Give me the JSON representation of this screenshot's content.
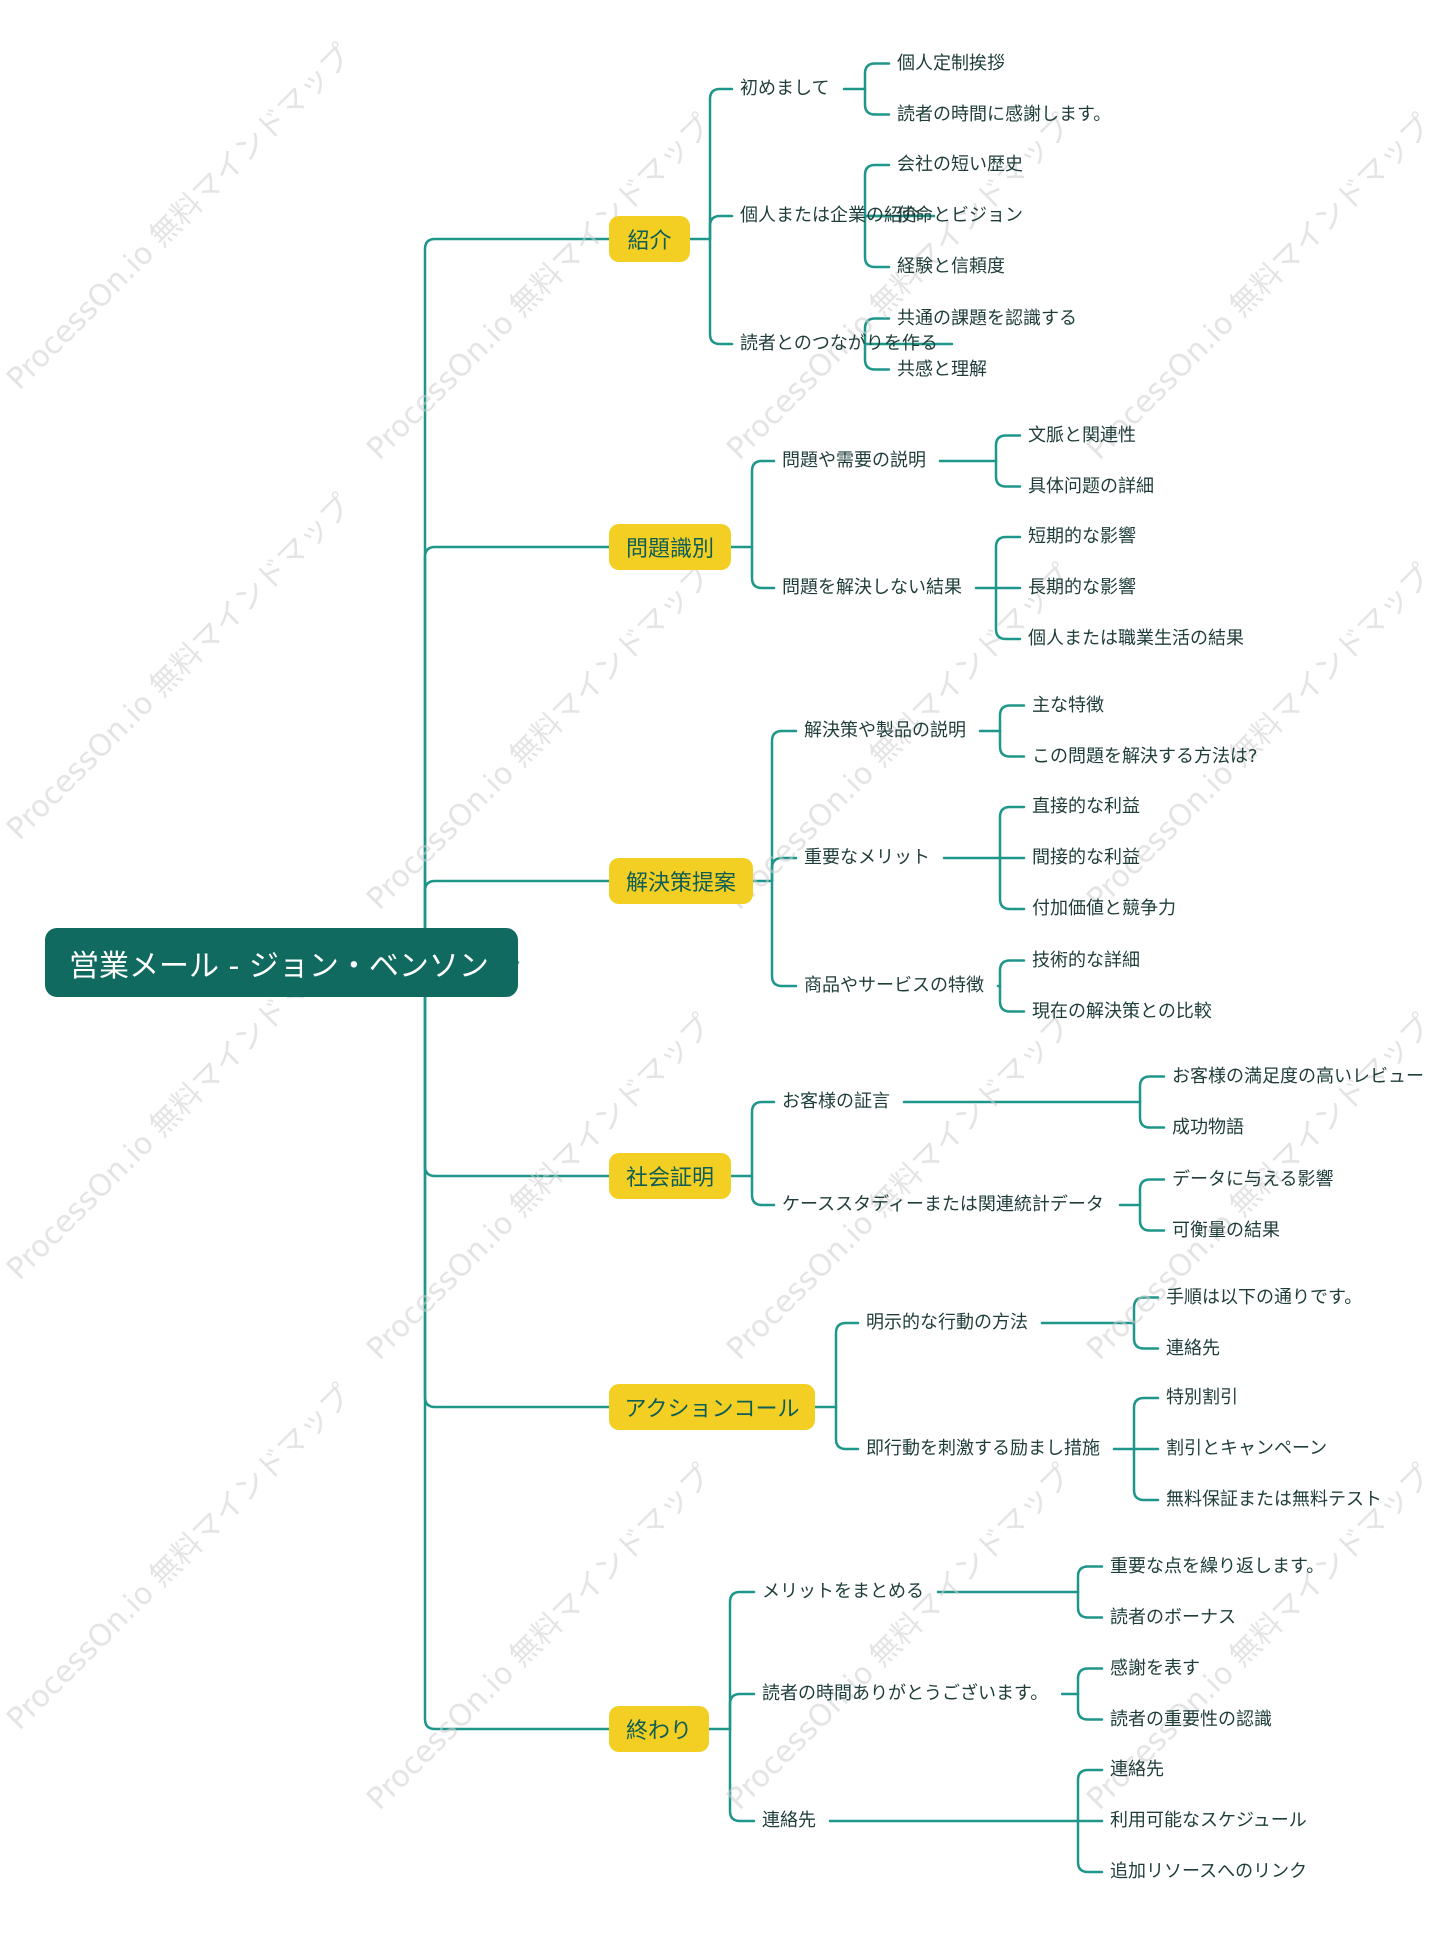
{
  "root": "営業メール - ジョン・ベンソン",
  "watermark": "ProcessOn.io 無料マインドマップ",
  "colors": {
    "root": "#106a5f",
    "branch": "#f4cf23",
    "line": "#1f968a"
  },
  "branches": [
    {
      "label": "紹介",
      "children": [
        {
          "label": "初めまして",
          "children": [
            "個人定制挨拶",
            "読者の時間に感謝します。"
          ]
        },
        {
          "label": "個人または企業の紹介",
          "children": [
            "会社の短い歴史",
            "使命とビジョン",
            "経験と信頼度"
          ]
        },
        {
          "label": "読者とのつながりを作る",
          "children": [
            "共通の課題を認識する",
            "共感と理解"
          ]
        }
      ]
    },
    {
      "label": "問題識別",
      "children": [
        {
          "label": "問題や需要の説明",
          "children": [
            "文脈と関連性",
            "具体问题の詳細"
          ]
        },
        {
          "label": "問題を解決しない結果",
          "children": [
            "短期的な影響",
            "長期的な影響",
            "個人または職業生活の結果"
          ]
        }
      ]
    },
    {
      "label": "解決策提案",
      "children": [
        {
          "label": "解決策や製品の説明",
          "children": [
            "主な特徴",
            "この問題を解決する方法は?"
          ]
        },
        {
          "label": "重要なメリット",
          "children": [
            "直接的な利益",
            "間接的な利益",
            "付加価値と競争力"
          ]
        },
        {
          "label": "商品やサービスの特徴",
          "children": [
            "技術的な詳細",
            "現在の解決策との比較"
          ]
        }
      ]
    },
    {
      "label": "社会証明",
      "children": [
        {
          "label": "お客様の証言",
          "children": [
            "お客様の満足度の高いレビュー",
            "成功物語"
          ]
        },
        {
          "label": "ケーススタディーまたは関連統計データ",
          "children": [
            "データに与える影響",
            "可衡量の結果"
          ]
        }
      ]
    },
    {
      "label": "アクションコール",
      "children": [
        {
          "label": "明示的な行動の方法",
          "children": [
            "手順は以下の通りです。",
            "連絡先"
          ]
        },
        {
          "label": "即行動を刺激する励まし措施",
          "children": [
            "特別割引",
            "割引とキャンペーン",
            "無料保証または無料テスト"
          ]
        }
      ]
    },
    {
      "label": "終わり",
      "children": [
        {
          "label": "メリットをまとめる",
          "children": [
            "重要な点を繰り返します。",
            "読者のボーナス"
          ]
        },
        {
          "label": "読者の時間ありがとうございます。",
          "children": [
            "感謝を表す",
            "読者の重要性の認識"
          ]
        },
        {
          "label": "連絡先",
          "children": [
            "連絡先",
            "利用可能なスケジュール",
            "追加リソースへのリンク"
          ]
        }
      ]
    }
  ]
}
